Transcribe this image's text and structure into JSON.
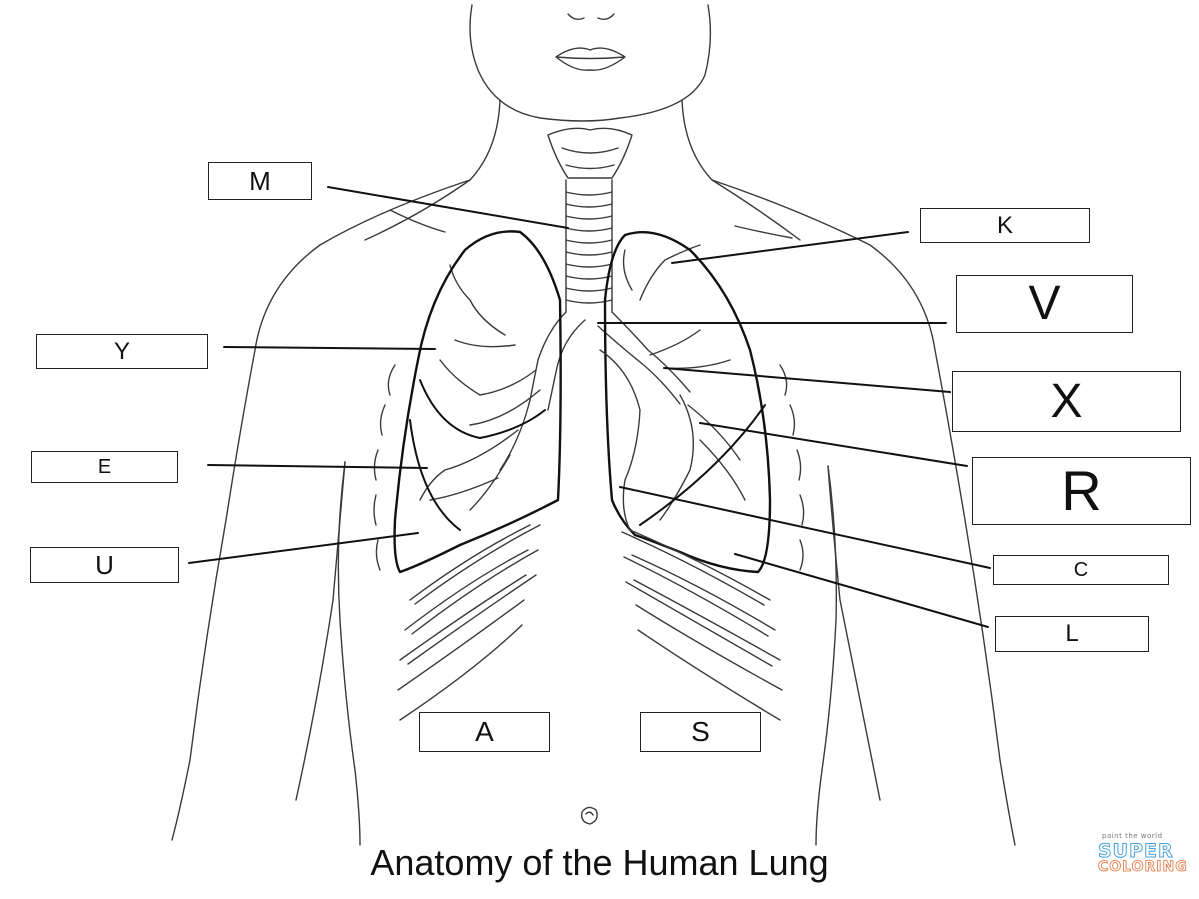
{
  "title": "Anatomy of the Human Lung",
  "labels": {
    "M": "M",
    "K": "K",
    "V": "V",
    "Y": "Y",
    "X": "X",
    "E": "E",
    "R": "R",
    "U": "U",
    "C": "C",
    "L": "L",
    "A": "A",
    "S": "S"
  },
  "watermark": {
    "tagline": "paint the world",
    "line1": "SUPER",
    "line2": "COLORING"
  },
  "colors": {
    "ink": "#111111",
    "outline": "#333333",
    "logo_blue": "#4aa3d8",
    "logo_orange": "#e0733a"
  }
}
